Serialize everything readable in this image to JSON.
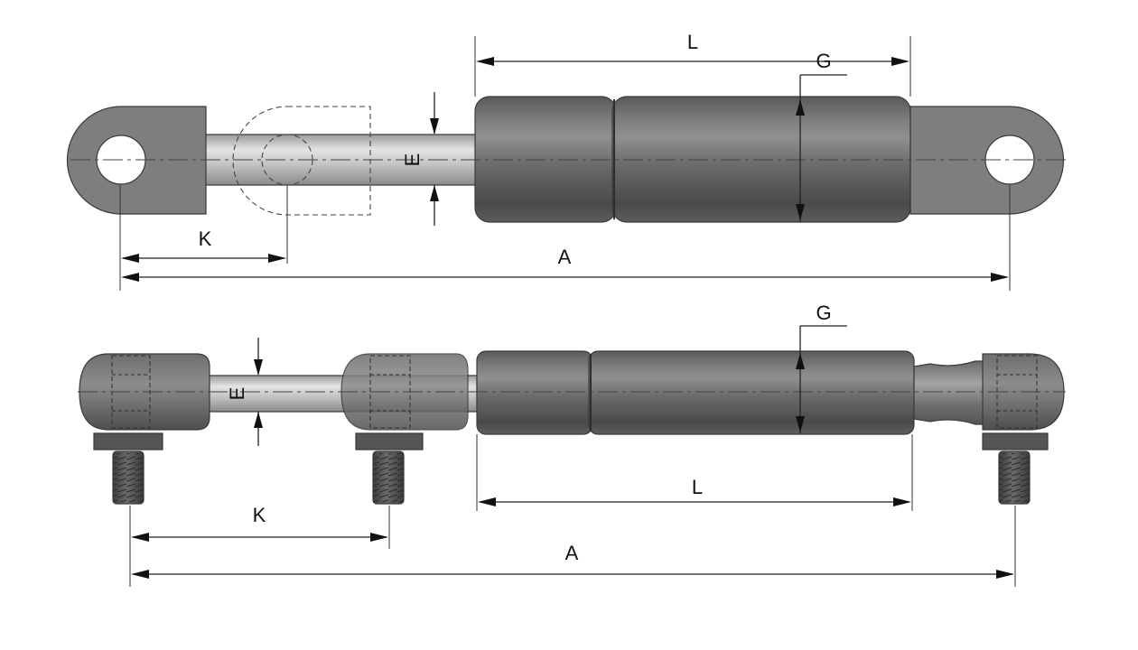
{
  "views": [
    {
      "id": "eye-end-view",
      "labels": {
        "L": "L",
        "G": "G",
        "E": "E",
        "K": "K",
        "A": "A"
      }
    },
    {
      "id": "ball-joint-view",
      "labels": {
        "G": "G",
        "E": "E",
        "L": "L",
        "K": "K",
        "A": "A"
      }
    }
  ],
  "colors": {
    "body_dark": "#4a4a4a",
    "body_light": "#8a8a8a",
    "rod_light": "#d2d2d2",
    "rod_dark": "#8e8e8e",
    "eyelet": "#7e7e7e"
  }
}
